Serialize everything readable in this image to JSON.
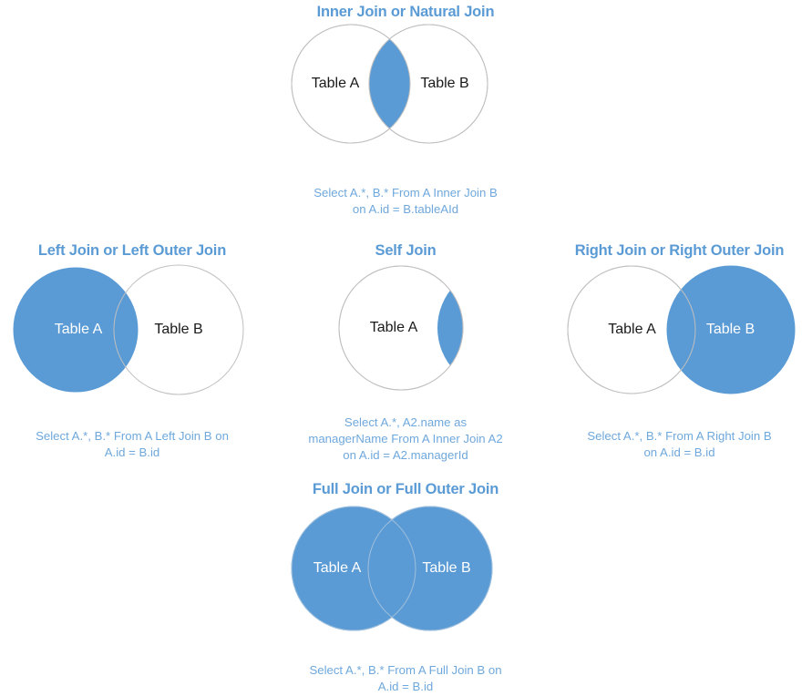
{
  "theme": {
    "fill_blue": "#5B9BD5",
    "title_blue": "#5B9BD5",
    "caption_blue": "#6FA8DC",
    "outline_gray": "#BFBFBF",
    "label_dark": "#1A1A1A",
    "label_light": "#FFFFFF",
    "background": "#FFFFFF"
  },
  "diagrams": {
    "inner": {
      "title": "Inner Join or Natural Join",
      "left_label": "Table A",
      "right_label": "Table B",
      "caption": "Select A.*, B.* From A Inner Join B\non A.id = B.tableAId"
    },
    "left": {
      "title": "Left Join or Left Outer Join",
      "left_label": "Table A",
      "right_label": "Table B",
      "caption": "Select A.*, B.* From A Left Join B on\nA.id = B.id"
    },
    "self": {
      "title": "Self Join",
      "left_label": "Table A",
      "caption": "Select A.*, A2.name as\nmanagerName From A Inner Join A2\non A.id = A2.managerId"
    },
    "right": {
      "title": "Right Join or Right Outer Join",
      "left_label": "Table A",
      "right_label": "Table B",
      "caption": "Select A.*, B.* From A Right Join B\non A.id = B.id"
    },
    "full": {
      "title": "Full Join or Full Outer Join",
      "left_label": "Table A",
      "right_label": "Table B",
      "caption": "Select A.*, B.* From A Full Join B on\nA.id = B.id"
    }
  }
}
